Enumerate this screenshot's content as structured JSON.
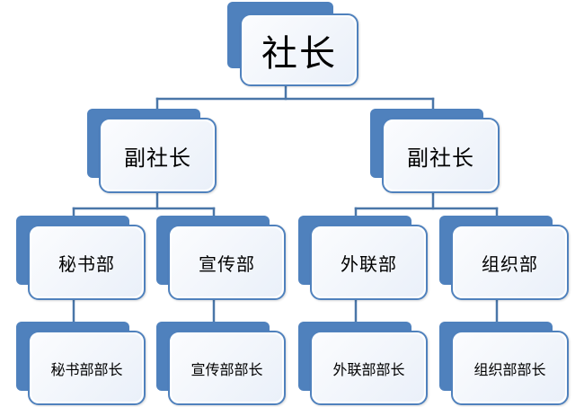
{
  "colors": {
    "accent": "#4f81bd",
    "connector": "#4a76a8",
    "box_fill": "#eaf0f9",
    "box_border": "#4f81bd",
    "text": "#000000"
  },
  "org_chart": {
    "root": {
      "label": "社长"
    },
    "deputies": [
      {
        "label": "副社长"
      },
      {
        "label": "副社长"
      }
    ],
    "departments": [
      {
        "label": "秘书部",
        "head": "秘书部部长"
      },
      {
        "label": "宣传部",
        "head": "宣传部部长"
      },
      {
        "label": "外联部",
        "head": "外联部部长"
      },
      {
        "label": "组织部",
        "head": "组织部部长"
      }
    ]
  }
}
